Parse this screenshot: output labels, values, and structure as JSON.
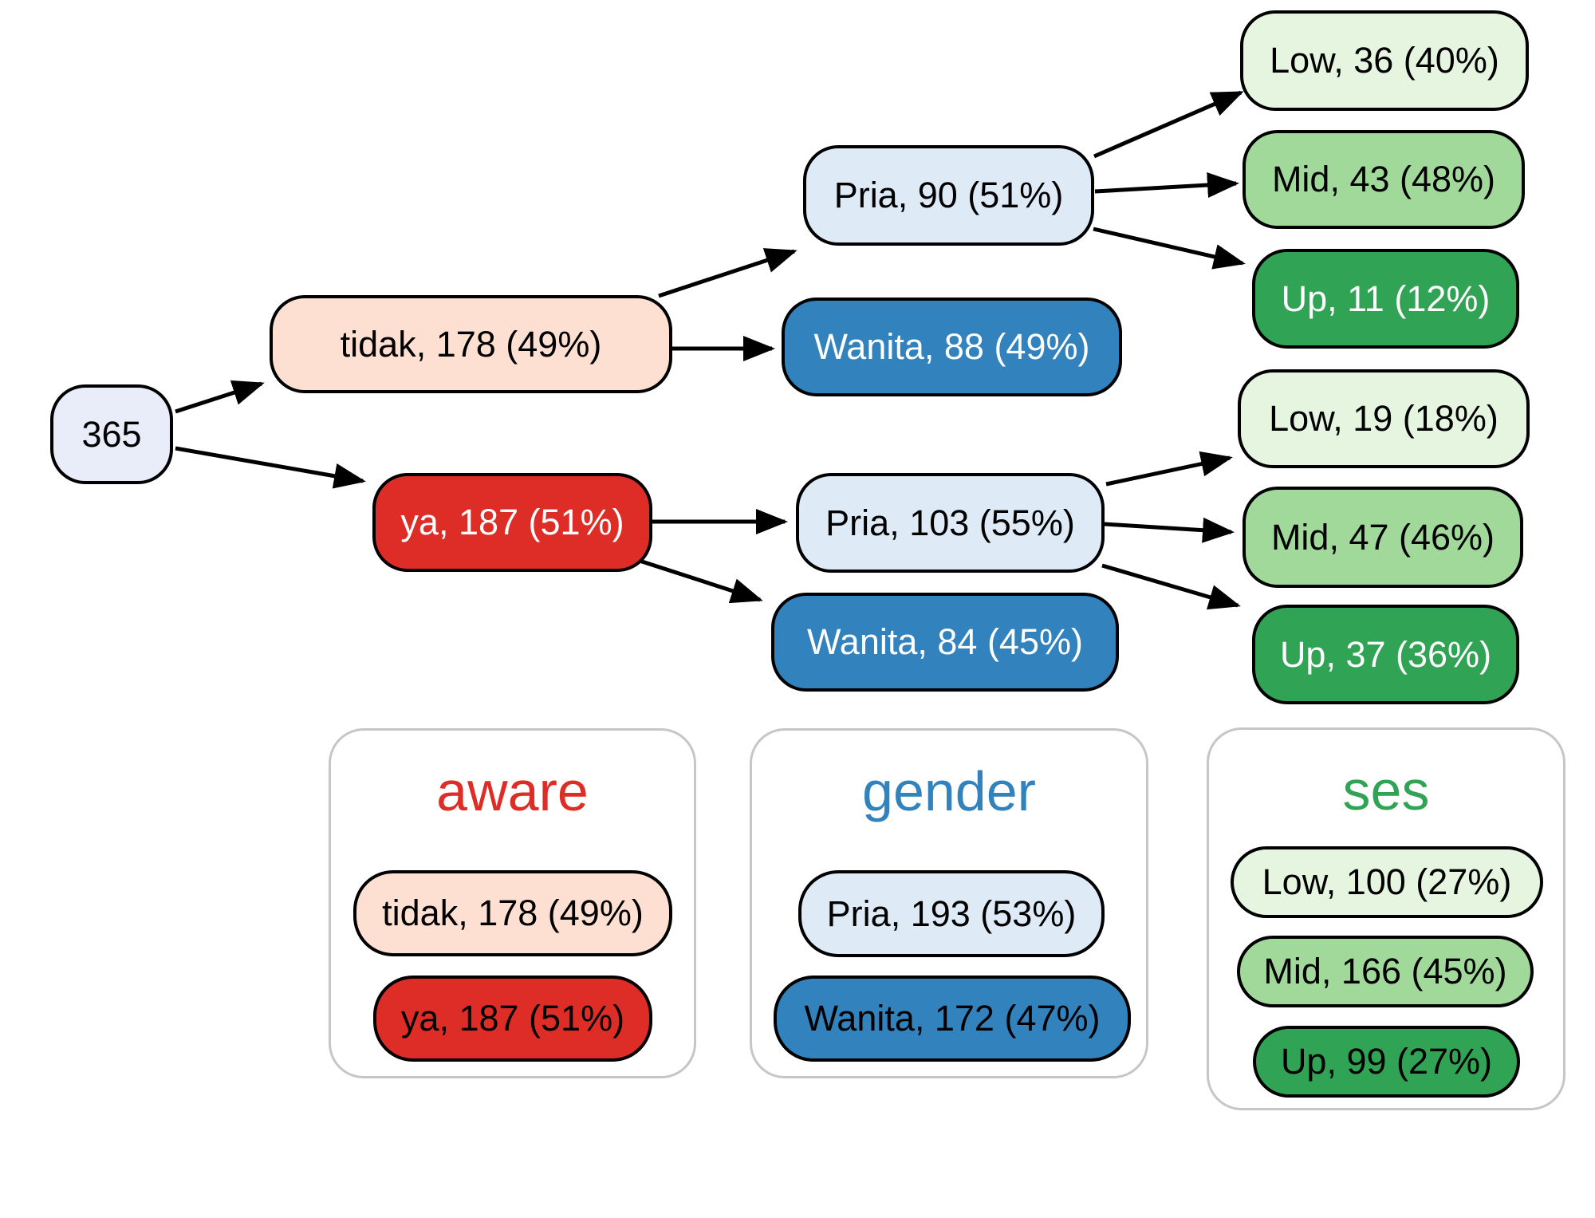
{
  "tree": {
    "root": "365",
    "level1": [
      {
        "id": "tidak",
        "label": "tidak, 178 (49%)"
      },
      {
        "id": "ya",
        "label": "ya, 187 (51%)"
      }
    ],
    "level2": [
      {
        "id": "pria-of-tidak",
        "label": "Pria, 90 (51%)"
      },
      {
        "id": "wanita-of-tidak",
        "label": "Wanita, 88 (49%)"
      },
      {
        "id": "pria-of-ya",
        "label": "Pria, 103 (55%)"
      },
      {
        "id": "wanita-of-ya",
        "label": "Wanita, 84 (45%)"
      }
    ],
    "level3": [
      {
        "id": "low-of-tidak-pria",
        "label": "Low, 36 (40%)"
      },
      {
        "id": "mid-of-tidak-pria",
        "label": "Mid, 43 (48%)"
      },
      {
        "id": "up-of-tidak-pria",
        "label": "Up, 11 (12%)"
      },
      {
        "id": "low-of-ya-pria",
        "label": "Low, 19 (18%)"
      },
      {
        "id": "mid-of-ya-pria",
        "label": "Mid, 47 (46%)"
      },
      {
        "id": "up-of-ya-pria",
        "label": "Up, 37 (36%)"
      }
    ]
  },
  "legends": [
    {
      "title": "aware",
      "title_color": "#DE2D26",
      "items": [
        {
          "label": "tidak, 178 (49%)"
        },
        {
          "label": "ya, 187 (51%)"
        }
      ]
    },
    {
      "title": "gender",
      "title_color": "#3182BD",
      "items": [
        {
          "label": "Pria, 193 (53%)"
        },
        {
          "label": "Wanita, 172 (47%)"
        }
      ]
    },
    {
      "title": "ses",
      "title_color": "#31A354",
      "items": [
        {
          "label": "Low, 100 (27%)"
        },
        {
          "label": "Mid, 166 (45%)"
        },
        {
          "label": "Up, 99 (27%)"
        }
      ]
    }
  ],
  "colors": {
    "root_fill": "#E8EDF9",
    "aware_light": "#FEE0D2",
    "aware_dark": "#DE2D26",
    "gender_light": "#DEEBF7",
    "gender_dark": "#3182BD",
    "ses_light": "#E5F5E0",
    "ses_mid": "#A1D99B",
    "ses_dark": "#31A354",
    "edge": "#000000",
    "panel_border": "#C6C6C6"
  }
}
